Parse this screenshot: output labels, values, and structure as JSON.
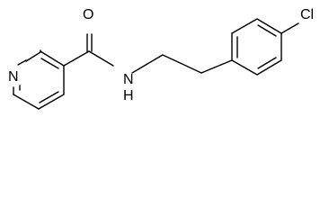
{
  "molecule": {
    "atoms": {
      "pyridine_n": "N",
      "amide_o": "O",
      "amide_nh": "N",
      "amide_h": "H",
      "chlorine": "Cl"
    }
  }
}
